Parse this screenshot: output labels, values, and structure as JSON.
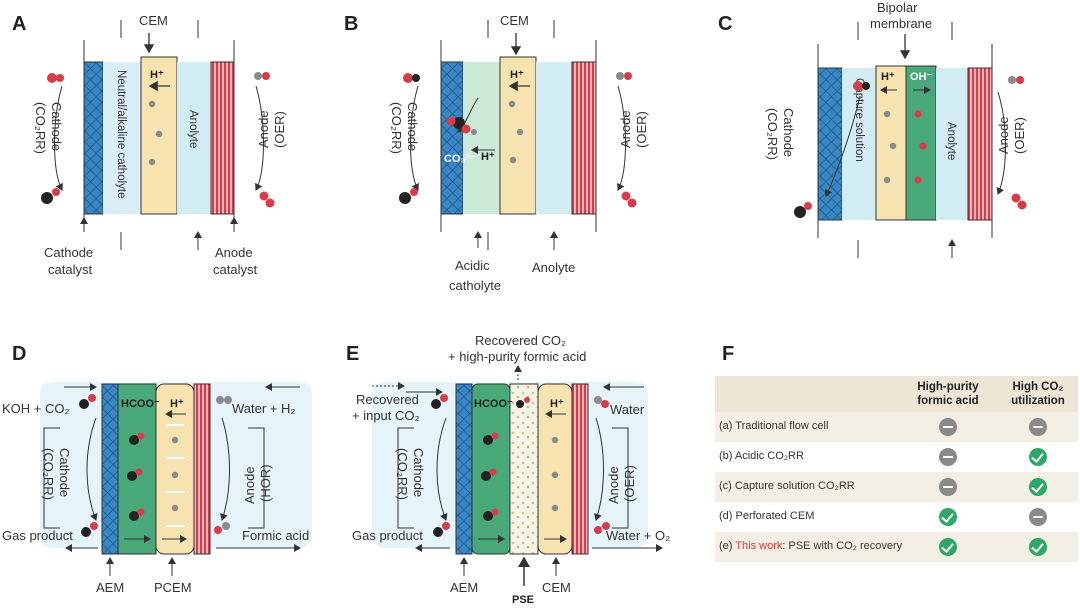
{
  "panels": {
    "A": {
      "letter": "A",
      "membrane_top": "CEM",
      "ion": "H⁺",
      "layer_catholyte": "Neutral/alkaline catholyte",
      "layer_anolyte": "Anolyte",
      "cathode_line1": "Cathode",
      "cathode_line2": "(CO₂RR)",
      "anode_line1": "Anode",
      "anode_line2": "(OER)",
      "bottom_left_line1": "Cathode",
      "bottom_left_line2": "catalyst",
      "bottom_right_line1": "Anode",
      "bottom_right_line2": "catalyst"
    },
    "B": {
      "letter": "B",
      "membrane_top": "CEM",
      "ion": "H⁺",
      "ion_inner": "H⁺",
      "co3": "CO₃²⁻",
      "cathode_line1": "Cathode",
      "cathode_line2": "(CO₂RR)",
      "anode_line1": "Anode",
      "anode_line2": "(OER)",
      "bottom_left_line1": "Acidic",
      "bottom_left_line2": "catholyte",
      "bottom_right": "Anolyte"
    },
    "C": {
      "letter": "C",
      "membrane_top_line1": "Bipolar",
      "membrane_top_line2": "membrane",
      "ion_h": "H⁺",
      "ion_oh": "OH⁻",
      "layer_capture": "Capture solution",
      "layer_anolyte": "Anolyte",
      "cathode_line1": "Cathode",
      "cathode_line2": "(CO₂RR)",
      "anode_line1": "Anode",
      "anode_line2": "(OER)"
    },
    "D": {
      "letter": "D",
      "in_left": "KOH + CO₂",
      "in_right": "Water + H₂",
      "ion_formate": "HCOO⁻",
      "ion_h": "H⁺",
      "cathode_line1": "Cathode",
      "cathode_line2": "(CO₂RR)",
      "anode_line1": "Anode",
      "anode_line2": "(HOR)",
      "out_left": "Gas product",
      "out_right": "Formic acid",
      "mem1": "AEM",
      "mem2": "PCEM"
    },
    "E": {
      "letter": "E",
      "top_line1": "Recovered CO₂",
      "top_line2": "+ high-purity formic acid",
      "in_left_line1": "Recovered",
      "in_left_line2": "+ input CO₂",
      "in_right": "Water",
      "ion_formate": "HCOO⁻",
      "ion_h": "H⁺",
      "cathode_line1": "Cathode",
      "cathode_line2": "(CO₂RR)",
      "anode_line1": "Anode",
      "anode_line2": "(OER)",
      "out_left": "Gas product",
      "out_right": "Water + O₂",
      "mem1": "AEM",
      "mem2": "PSE",
      "mem3": "CEM"
    },
    "F": {
      "letter": "F",
      "col1_line1": "High-purity",
      "col1_line2": "formic acid",
      "col2_line1": "High CO₂",
      "col2_line2": "utilization",
      "rows": [
        {
          "label": "(a) Traditional flow cell",
          "c1": "no",
          "c2": "no"
        },
        {
          "label": "(b) Acidic CO₂RR",
          "c1": "no",
          "c2": "yes"
        },
        {
          "label": "(c) Capture solution CO₂RR",
          "c1": "no",
          "c2": "yes"
        },
        {
          "label": "(d) Perforated CEM",
          "c1": "yes",
          "c2": "no"
        },
        {
          "label_prefix": "(e) ",
          "label_highlight": "This work",
          "label_suffix": ": PSE with CO₂ recovery",
          "c1": "yes",
          "c2": "yes"
        }
      ]
    }
  },
  "colors": {
    "cathode_blue": "#3a86c4",
    "catholyte": "#d9eef6",
    "membrane_yellow": "#f6e3b0",
    "anode_red": "#d83c4a",
    "green_layer": "#48a879",
    "light_green": "#cce8d6",
    "table_header": "#ede6d6",
    "highlight_red": "#d23b3b"
  }
}
